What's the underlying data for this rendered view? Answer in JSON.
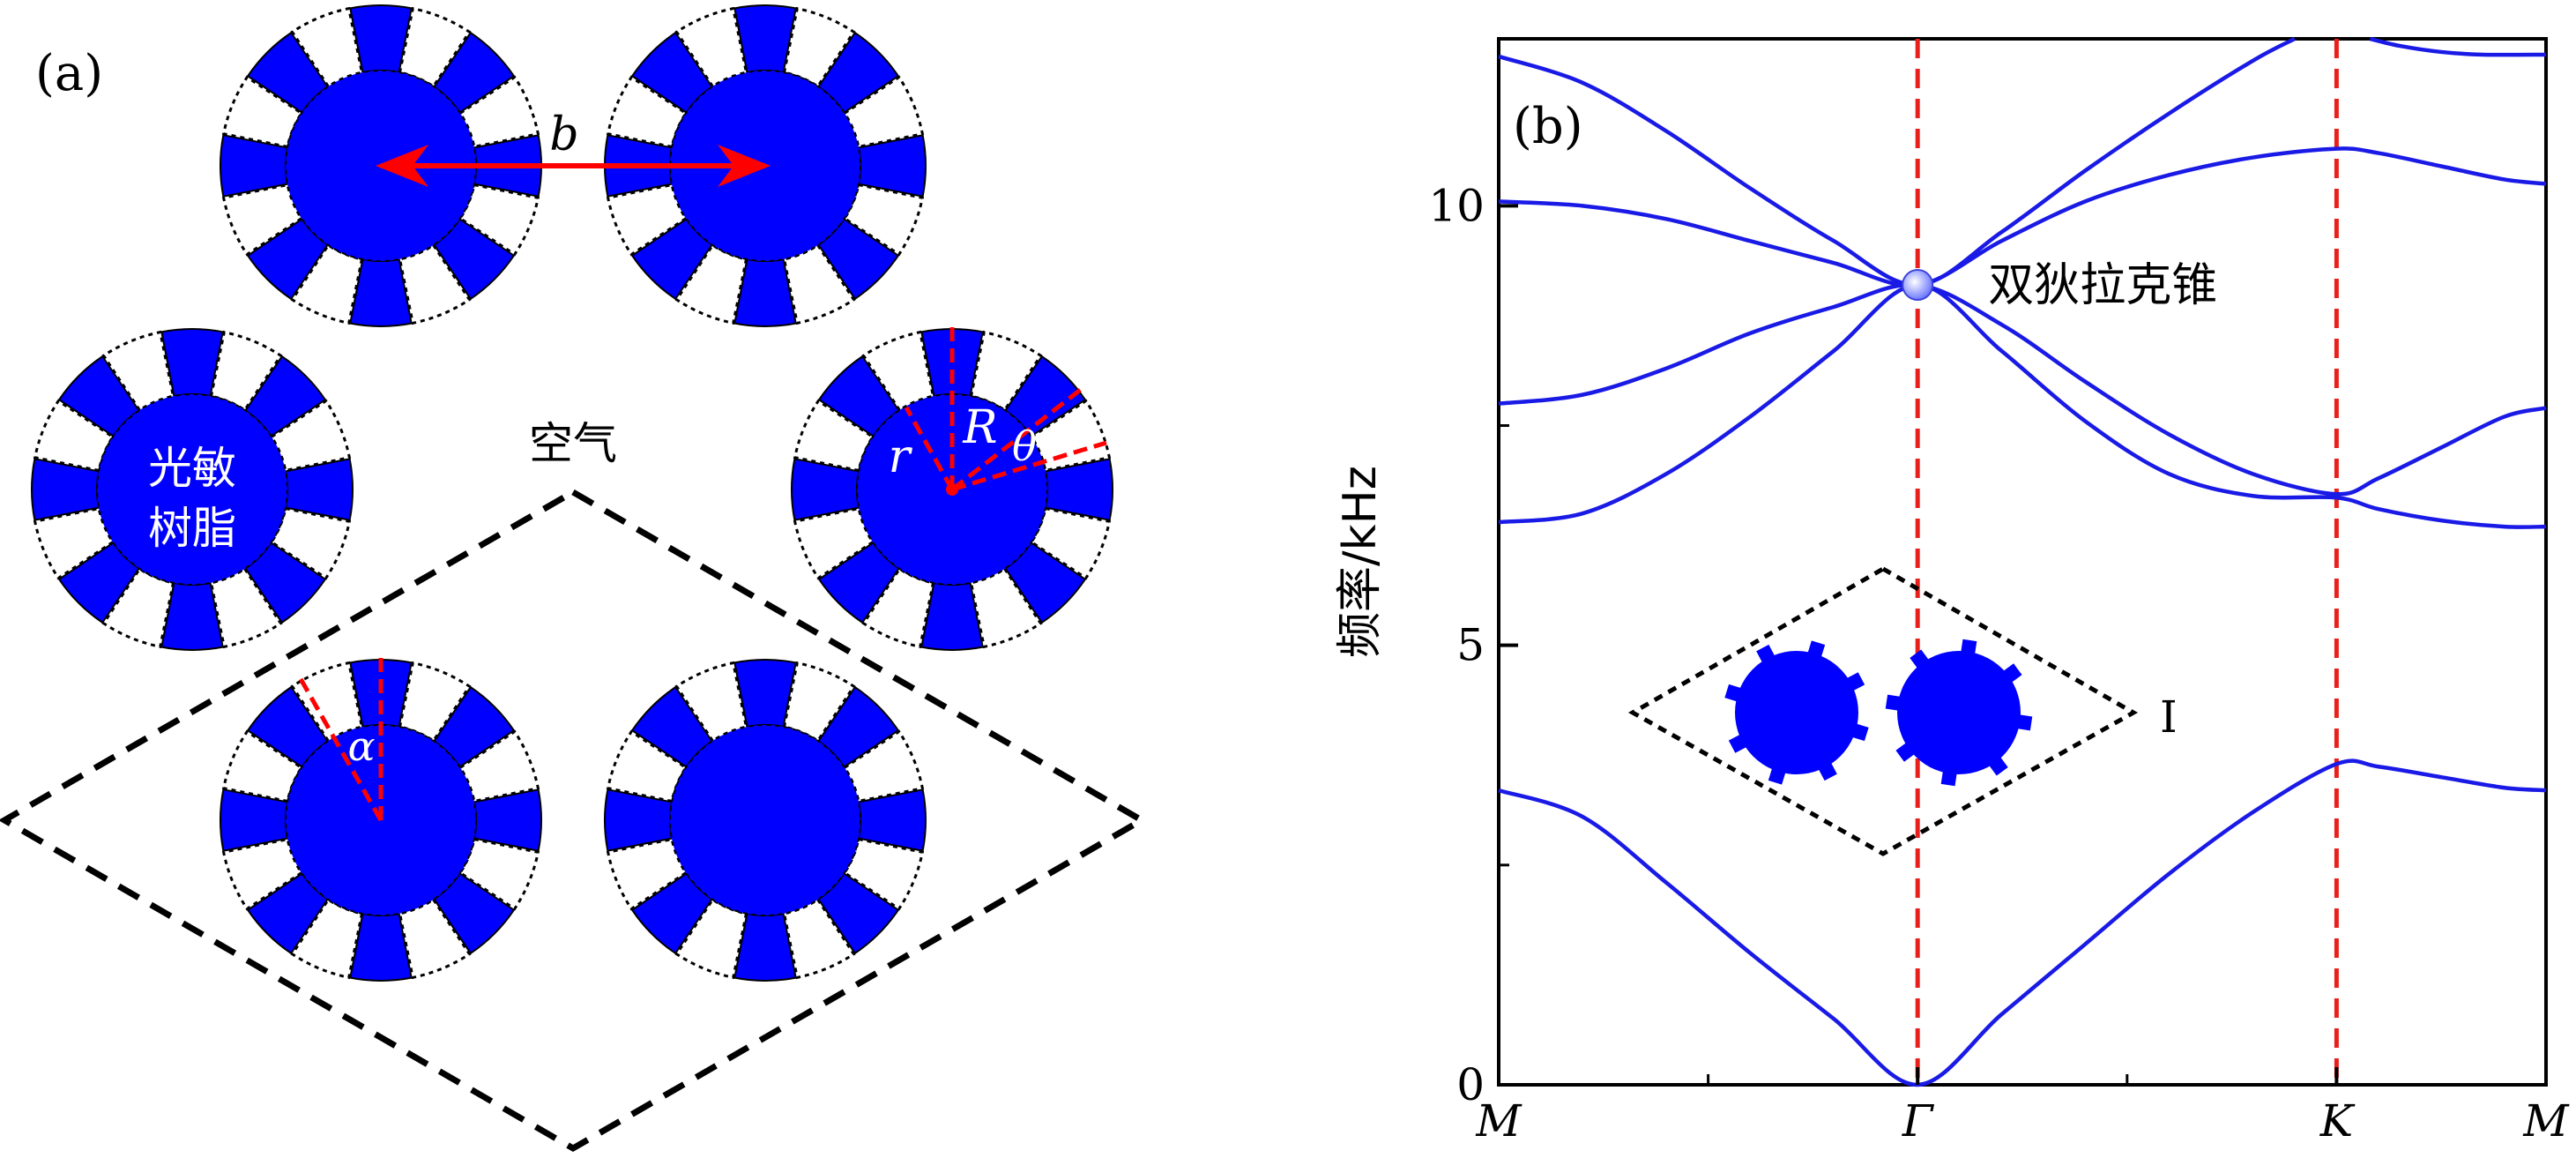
{
  "figure": {
    "panel_a": {
      "label": "(a)",
      "material_label_line1": "光敏",
      "material_label_line2": "树脂",
      "air_label": "空气",
      "lattice_constant_label": "b",
      "inner_radius_label": "r",
      "outer_radius_label": "R",
      "blade_angle_label": "θ",
      "rotation_angle_label": "α",
      "colors": {
        "resin": "#0000ff",
        "arrow": "#ff0000",
        "cell": "#000000"
      }
    },
    "panel_b": {
      "label": "(b)",
      "dirac_label": "双狄拉克锥",
      "region_label": "I",
      "colors": {
        "band": "#1a1ae6",
        "guide": "#e8201c",
        "node": "#a0a8ff"
      }
    }
  },
  "chart_data": {
    "type": "line",
    "title": "",
    "xlabel": "",
    "ylabel": "频率/kHz",
    "ylim": [
      0,
      11.9
    ],
    "yticks": [
      0,
      5,
      10
    ],
    "xtick_labels": [
      "M",
      "Γ",
      "K",
      "M"
    ],
    "xtick_positions": [
      0,
      1,
      2,
      2.5
    ],
    "vertical_lines_at": [
      1,
      2
    ],
    "series": [
      {
        "x": [
          0,
          0.2,
          0.4,
          0.6,
          0.8,
          1.0,
          1.2,
          1.4,
          1.6,
          1.8,
          2.0,
          2.1,
          2.25,
          2.4,
          2.5
        ],
        "y": [
          3.35,
          3.05,
          2.3,
          1.5,
          0.75,
          0.0,
          0.8,
          1.6,
          2.4,
          3.1,
          3.65,
          3.62,
          3.5,
          3.38,
          3.35
        ]
      },
      {
        "x": [
          0,
          0.2,
          0.4,
          0.6,
          0.8,
          1.0,
          1.2,
          1.4,
          1.6,
          1.8,
          2.0,
          2.1,
          2.25,
          2.4,
          2.5
        ],
        "y": [
          6.4,
          6.5,
          6.95,
          7.6,
          8.35,
          9.1,
          8.35,
          7.55,
          6.95,
          6.7,
          6.68,
          6.55,
          6.42,
          6.35,
          6.35
        ]
      },
      {
        "x": [
          0,
          0.2,
          0.4,
          0.6,
          0.8,
          1.0,
          1.2,
          1.4,
          1.6,
          1.8,
          2.0,
          2.1,
          2.25,
          2.4,
          2.5
        ],
        "y": [
          7.75,
          7.85,
          8.15,
          8.55,
          8.85,
          9.1,
          8.65,
          8.0,
          7.4,
          6.95,
          6.72,
          6.9,
          7.25,
          7.6,
          7.7
        ]
      },
      {
        "x": [
          0,
          0.2,
          0.4,
          0.6,
          0.8,
          1.0,
          1.2,
          1.4,
          1.6,
          1.8,
          2.0,
          2.1,
          2.25,
          2.4,
          2.5
        ],
        "y": [
          10.05,
          10.0,
          9.85,
          9.6,
          9.35,
          9.1,
          9.6,
          10.05,
          10.35,
          10.55,
          10.65,
          10.6,
          10.45,
          10.3,
          10.25
        ]
      },
      {
        "x": [
          0,
          0.2,
          0.4,
          0.6,
          0.8,
          1.0,
          1.2,
          1.4,
          1.6,
          1.8,
          1.9
        ],
        "y": [
          11.7,
          11.4,
          10.85,
          10.2,
          9.6,
          9.1,
          9.7,
          10.4,
          11.05,
          11.65,
          11.9
        ]
      },
      {
        "x": [
          2.08,
          2.15,
          2.25,
          2.35,
          2.5
        ],
        "y": [
          11.9,
          11.82,
          11.75,
          11.72,
          11.72
        ]
      }
    ],
    "dirac_point": {
      "x": 1.0,
      "y": 9.1
    },
    "grid": false
  }
}
